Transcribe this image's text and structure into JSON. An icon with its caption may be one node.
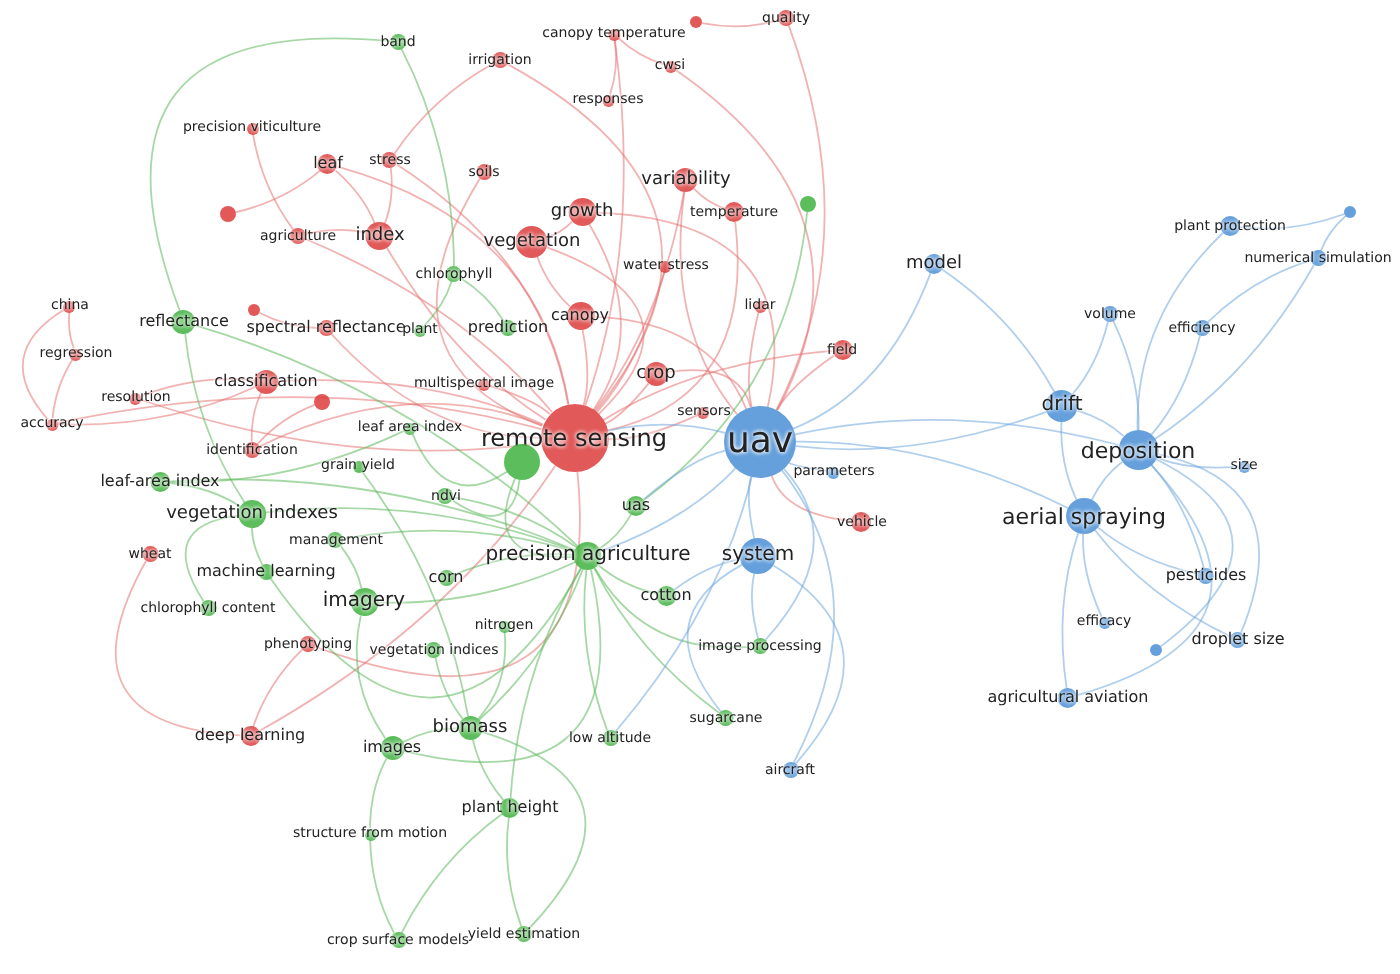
{
  "diagram": {
    "nodes": [
      {
        "text": [
          "canopy temperature"
        ]
      },
      {
        "text": [
          "quality"
        ]
      },
      {
        "text": [],
        "shape": "circle"
      },
      {
        "text": [
          "irrigation"
        ]
      },
      {
        "text": [
          "cwsi"
        ]
      },
      {
        "text": [
          "responses"
        ]
      },
      {
        "text": [
          "precision viticulture"
        ]
      },
      {
        "text": [
          "leaf"
        ]
      },
      {
        "text": [
          "stress"
        ]
      },
      {
        "text": [
          "soils"
        ]
      },
      {
        "text": [
          "variability"
        ]
      },
      {
        "text": [],
        "shape": "circle"
      },
      {
        "text": [
          "agriculture"
        ]
      },
      {
        "text": [
          "index"
        ]
      },
      {
        "text": [
          "growth"
        ]
      },
      {
        "text": [
          "vegetation"
        ]
      },
      {
        "text": [
          "temperature"
        ]
      },
      {
        "text": [
          "water stress"
        ]
      },
      {
        "text": [
          "china"
        ]
      },
      {
        "text": [
          "spectral reflectance"
        ]
      },
      {
        "text": [
          "canopy"
        ]
      },
      {
        "text": [],
        "shape": "circle"
      },
      {
        "text": [
          "regression"
        ]
      },
      {
        "text": [
          "classification"
        ]
      },
      {
        "text": [],
        "shape": "circle"
      },
      {
        "text": [
          "crop"
        ]
      },
      {
        "text": [
          "multispectral image"
        ]
      },
      {
        "text": [
          "resolution"
        ]
      },
      {
        "text": [
          "accuracy"
        ]
      },
      {
        "text": [
          "remote sensing"
        ]
      },
      {
        "text": [
          "field"
        ]
      },
      {
        "text": [
          "identification"
        ]
      },
      {
        "text": [
          "lidar"
        ]
      },
      {
        "text": [
          "wheat"
        ]
      },
      {
        "text": [
          "vehicle"
        ]
      },
      {
        "text": [
          "phenotyping"
        ]
      },
      {
        "text": [
          "deep learning"
        ]
      },
      {
        "text": [
          "sensors"
        ]
      },
      {
        "text": [
          "band"
        ]
      },
      {
        "text": [],
        "shape": "circle"
      },
      {
        "text": [
          "chlorophyll"
        ]
      },
      {
        "text": [
          "plant"
        ]
      },
      {
        "text": [
          "prediction"
        ]
      },
      {
        "text": [
          "reflectance"
        ]
      },
      {
        "text": [
          "leaf area index"
        ]
      },
      {
        "text": [],
        "shape": "circle"
      },
      {
        "text": [
          "grain yield"
        ]
      },
      {
        "text": [
          "leaf-area index"
        ]
      },
      {
        "text": [
          "vegetation indexes"
        ]
      },
      {
        "text": [
          "ndvi"
        ]
      },
      {
        "text": [
          "uas"
        ]
      },
      {
        "text": [
          "management"
        ]
      },
      {
        "text": [
          "precision agriculture"
        ]
      },
      {
        "text": [
          "machine learning"
        ]
      },
      {
        "text": [
          "corn"
        ]
      },
      {
        "text": [
          "imagery"
        ]
      },
      {
        "text": [
          "chlorophyll content"
        ]
      },
      {
        "text": [
          "cotton"
        ]
      },
      {
        "text": [
          "nitrogen"
        ]
      },
      {
        "text": [
          "vegetation indices"
        ]
      },
      {
        "text": [
          "image processing"
        ]
      },
      {
        "text": [
          "biomass"
        ]
      },
      {
        "text": [
          "images"
        ]
      },
      {
        "text": [
          "low altitude"
        ]
      },
      {
        "text": [
          "sugarcane"
        ]
      },
      {
        "text": [
          "plant height"
        ]
      },
      {
        "text": [
          "structure from motion"
        ]
      },
      {
        "text": [
          "crop surface models"
        ]
      },
      {
        "text": [
          "yield estimation"
        ]
      },
      {
        "text": [
          "uav"
        ]
      },
      {
        "text": [
          "model"
        ]
      },
      {
        "text": [
          "plant protection"
        ]
      },
      {
        "text": [],
        "shape": "circle"
      },
      {
        "text": [
          "numerical simulation"
        ]
      },
      {
        "text": [
          "volume"
        ]
      },
      {
        "text": [
          "efficiency"
        ]
      },
      {
        "text": [
          "drift"
        ]
      },
      {
        "text": [
          "deposition"
        ]
      },
      {
        "text": [
          "size"
        ]
      },
      {
        "text": [
          "system"
        ]
      },
      {
        "text": [
          "parameters"
        ]
      },
      {
        "text": [
          "aerial spraying"
        ]
      },
      {
        "text": [
          "pesticides"
        ]
      },
      {
        "text": [
          "efficacy"
        ]
      },
      {
        "text": [],
        "shape": "circle"
      },
      {
        "text": [
          "droplet size"
        ]
      },
      {
        "text": [
          "agricultural aviation"
        ]
      },
      {
        "text": [
          "aircraft"
        ]
      }
    ],
    "edges": [
      {
        "from": 29,
        "to": 0,
        "arrow": "none"
      },
      {
        "from": 29,
        "to": 3,
        "arrow": "none"
      },
      {
        "from": 29,
        "to": 7,
        "arrow": "none"
      },
      {
        "from": 29,
        "to": 8,
        "arrow": "none"
      },
      {
        "from": 29,
        "to": 9,
        "arrow": "none"
      },
      {
        "from": 29,
        "to": 10,
        "arrow": "none"
      },
      {
        "from": 29,
        "to": 12,
        "arrow": "none"
      },
      {
        "from": 29,
        "to": 13,
        "arrow": "none"
      },
      {
        "from": 29,
        "to": 14,
        "arrow": "none"
      },
      {
        "from": 29,
        "to": 15,
        "arrow": "none"
      },
      {
        "from": 29,
        "to": 16,
        "arrow": "none"
      },
      {
        "from": 29,
        "to": 17,
        "arrow": "none"
      },
      {
        "from": 29,
        "to": 19,
        "arrow": "none"
      },
      {
        "from": 29,
        "to": 20,
        "arrow": "none"
      },
      {
        "from": 29,
        "to": 23,
        "arrow": "none"
      },
      {
        "from": 29,
        "to": 25,
        "arrow": "none"
      },
      {
        "from": 29,
        "to": 26,
        "arrow": "none"
      },
      {
        "from": 29,
        "to": 27,
        "arrow": "none"
      },
      {
        "from": 29,
        "to": 28,
        "arrow": "none"
      },
      {
        "from": 29,
        "to": 30,
        "arrow": "none"
      },
      {
        "from": 29,
        "to": 31,
        "arrow": "none"
      },
      {
        "from": 23,
        "to": 31,
        "arrow": "none"
      },
      {
        "from": 29,
        "to": 35,
        "arrow": "none"
      },
      {
        "from": 29,
        "to": 36,
        "arrow": "none"
      },
      {
        "from": 29,
        "to": 37,
        "arrow": "none"
      },
      {
        "from": 10,
        "to": 69,
        "arrow": "none"
      },
      {
        "from": 14,
        "to": 69,
        "arrow": "none"
      },
      {
        "from": 20,
        "to": 69,
        "arrow": "none"
      },
      {
        "from": 25,
        "to": 69,
        "arrow": "none"
      },
      {
        "from": 30,
        "to": 69,
        "arrow": "none"
      },
      {
        "from": 34,
        "to": 69,
        "arrow": "none"
      },
      {
        "from": 1,
        "to": 69,
        "arrow": "none"
      },
      {
        "from": 4,
        "to": 69,
        "arrow": "none"
      },
      {
        "from": 32,
        "to": 69,
        "arrow": "none"
      },
      {
        "from": 13,
        "to": 7,
        "arrow": "none"
      },
      {
        "from": 13,
        "to": 8,
        "arrow": "none"
      },
      {
        "from": 13,
        "to": 12,
        "arrow": "none"
      },
      {
        "from": 15,
        "to": 14,
        "arrow": "none"
      },
      {
        "from": 15,
        "to": 20,
        "arrow": "none"
      },
      {
        "from": 10,
        "to": 16,
        "arrow": "none"
      },
      {
        "from": 0,
        "to": 4,
        "arrow": "none"
      },
      {
        "from": 3,
        "to": 8,
        "arrow": "none"
      },
      {
        "from": 5,
        "to": 0,
        "arrow": "none"
      },
      {
        "from": 2,
        "to": 1,
        "arrow": "none"
      },
      {
        "from": 6,
        "to": 12,
        "arrow": "none"
      },
      {
        "from": 11,
        "to": 7,
        "arrow": "none"
      },
      {
        "from": 18,
        "to": 22,
        "arrow": "none"
      },
      {
        "from": 18,
        "to": 28,
        "arrow": "none"
      },
      {
        "from": 22,
        "to": 28,
        "arrow": "none"
      },
      {
        "from": 23,
        "to": 27,
        "arrow": "none"
      },
      {
        "from": 23,
        "to": 28,
        "arrow": "none"
      },
      {
        "from": 21,
        "to": 19,
        "arrow": "none"
      },
      {
        "from": 24,
        "to": 31,
        "arrow": "none"
      },
      {
        "from": 36,
        "to": 33,
        "arrow": "none"
      },
      {
        "from": 35,
        "to": 36,
        "arrow": "none"
      },
      {
        "from": 38,
        "to": 43,
        "arrow": "none",
        "color": "#5cb85c"
      },
      {
        "from": 38,
        "to": 40,
        "arrow": "none",
        "color": "#5cb85c"
      },
      {
        "from": 39,
        "to": 50,
        "arrow": "none",
        "color": "#5cb85c"
      },
      {
        "from": 45,
        "to": 52,
        "arrow": "none",
        "color": "#5cb85c"
      },
      {
        "from": 45,
        "to": 49,
        "arrow": "none",
        "color": "#5cb85c"
      },
      {
        "from": 45,
        "to": 44,
        "arrow": "none",
        "color": "#5cb85c"
      },
      {
        "from": 52,
        "to": 43,
        "arrow": "none",
        "color": "#5cb85c"
      },
      {
        "from": 52,
        "to": 47,
        "arrow": "none",
        "color": "#5cb85c"
      },
      {
        "from": 52,
        "to": 48,
        "arrow": "none",
        "color": "#5cb85c"
      },
      {
        "from": 52,
        "to": 49,
        "arrow": "none",
        "color": "#5cb85c"
      },
      {
        "from": 52,
        "to": 50,
        "arrow": "none",
        "color": "#5cb85c"
      },
      {
        "from": 52,
        "to": 51,
        "arrow": "none",
        "color": "#5cb85c"
      },
      {
        "from": 52,
        "to": 53,
        "arrow": "none",
        "color": "#5cb85c"
      },
      {
        "from": 52,
        "to": 54,
        "arrow": "none",
        "color": "#5cb85c"
      },
      {
        "from": 52,
        "to": 55,
        "arrow": "none",
        "color": "#5cb85c"
      },
      {
        "from": 52,
        "to": 57,
        "arrow": "none",
        "color": "#5cb85c"
      },
      {
        "from": 52,
        "to": 61,
        "arrow": "none",
        "color": "#5cb85c"
      },
      {
        "from": 52,
        "to": 62,
        "arrow": "none",
        "color": "#5cb85c"
      },
      {
        "from": 52,
        "to": 65,
        "arrow": "none",
        "color": "#5cb85c"
      },
      {
        "from": 52,
        "to": 63,
        "arrow": "none",
        "color": "#5cb85c"
      },
      {
        "from": 52,
        "to": 64,
        "arrow": "none",
        "color": "#5cb85c"
      },
      {
        "from": 52,
        "to": 60,
        "arrow": "none",
        "color": "#5cb85c"
      },
      {
        "from": 48,
        "to": 43,
        "arrow": "none",
        "color": "#5cb85c"
      },
      {
        "from": 48,
        "to": 47,
        "arrow": "none",
        "color": "#5cb85c"
      },
      {
        "from": 48,
        "to": 56,
        "arrow": "none",
        "color": "#5cb85c"
      },
      {
        "from": 48,
        "to": 53,
        "arrow": "none",
        "color": "#5cb85c"
      },
      {
        "from": 55,
        "to": 51,
        "arrow": "none",
        "color": "#5cb85c"
      },
      {
        "from": 55,
        "to": 62,
        "arrow": "none",
        "color": "#5cb85c"
      },
      {
        "from": 61,
        "to": 65,
        "arrow": "none",
        "color": "#5cb85c"
      },
      {
        "from": 61,
        "to": 62,
        "arrow": "none",
        "color": "#5cb85c"
      },
      {
        "from": 61,
        "to": 58,
        "arrow": "none",
        "color": "#5cb85c"
      },
      {
        "from": 62,
        "to": 66,
        "arrow": "none",
        "color": "#5cb85c"
      },
      {
        "from": 65,
        "to": 67,
        "arrow": "none",
        "color": "#5cb85c"
      },
      {
        "from": 65,
        "to": 68,
        "arrow": "none",
        "color": "#5cb85c"
      },
      {
        "from": 66,
        "to": 67,
        "arrow": "none",
        "color": "#5cb85c"
      },
      {
        "from": 61,
        "to": 68,
        "arrow": "none",
        "color": "#5cb85c"
      },
      {
        "from": 59,
        "to": 61,
        "arrow": "none",
        "color": "#5cb85c"
      },
      {
        "from": 42,
        "to": 40,
        "arrow": "none",
        "color": "#5cb85c"
      },
      {
        "from": 41,
        "to": 40,
        "arrow": "none",
        "color": "#5cb85c"
      },
      {
        "from": 46,
        "to": 61,
        "arrow": "none",
        "color": "#5cb85c"
      },
      {
        "from": 44,
        "to": 47,
        "arrow": "none",
        "color": "#5cb85c"
      },
      {
        "from": 69,
        "to": 70,
        "arrow": "none",
        "color": "#6fa8dc"
      },
      {
        "from": 69,
        "to": 76,
        "arrow": "none",
        "color": "#6fa8dc"
      },
      {
        "from": 69,
        "to": 77,
        "arrow": "none",
        "color": "#6fa8dc"
      },
      {
        "from": 69,
        "to": 79,
        "arrow": "none",
        "color": "#6fa8dc"
      },
      {
        "from": 69,
        "to": 80,
        "arrow": "none",
        "color": "#6fa8dc"
      },
      {
        "from": 69,
        "to": 81,
        "arrow": "none",
        "color": "#6fa8dc"
      },
      {
        "from": 69,
        "to": 87,
        "arrow": "none",
        "color": "#6fa8dc"
      },
      {
        "from": 69,
        "to": 52,
        "arrow": "none",
        "color": "#6fa8dc"
      },
      {
        "from": 69,
        "to": 29,
        "arrow": "none",
        "color": "#6fa8dc"
      },
      {
        "from": 69,
        "to": 50,
        "arrow": "none",
        "color": "#6fa8dc"
      },
      {
        "from": 69,
        "to": 60,
        "arrow": "none",
        "color": "#6fa8dc"
      },
      {
        "from": 69,
        "to": 63,
        "arrow": "none",
        "color": "#6fa8dc"
      },
      {
        "from": 77,
        "to": 76,
        "arrow": "none",
        "color": "#6fa8dc"
      },
      {
        "from": 77,
        "to": 81,
        "arrow": "none",
        "color": "#6fa8dc"
      },
      {
        "from": 77,
        "to": 78,
        "arrow": "none",
        "color": "#6fa8dc"
      },
      {
        "from": 77,
        "to": 82,
        "arrow": "none",
        "color": "#6fa8dc"
      },
      {
        "from": 77,
        "to": 85,
        "arrow": "none",
        "color": "#6fa8dc"
      },
      {
        "from": 77,
        "to": 75,
        "arrow": "none",
        "color": "#6fa8dc"
      },
      {
        "from": 77,
        "to": 74,
        "arrow": "none",
        "color": "#6fa8dc"
      },
      {
        "from": 77,
        "to": 71,
        "arrow": "none",
        "color": "#6fa8dc"
      },
      {
        "from": 77,
        "to": 73,
        "arrow": "none",
        "color": "#6fa8dc"
      },
      {
        "from": 77,
        "to": 86,
        "arrow": "none",
        "color": "#6fa8dc"
      },
      {
        "from": 77,
        "to": 84,
        "arrow": "none",
        "color": "#6fa8dc"
      },
      {
        "from": 81,
        "to": 76,
        "arrow": "none",
        "color": "#6fa8dc"
      },
      {
        "from": 81,
        "to": 82,
        "arrow": "none",
        "color": "#6fa8dc"
      },
      {
        "from": 81,
        "to": 83,
        "arrow": "none",
        "color": "#6fa8dc"
      },
      {
        "from": 81,
        "to": 86,
        "arrow": "none",
        "color": "#6fa8dc"
      },
      {
        "from": 81,
        "to": 85,
        "arrow": "none",
        "color": "#6fa8dc"
      },
      {
        "from": 76,
        "to": 74,
        "arrow": "none",
        "color": "#6fa8dc"
      },
      {
        "from": 76,
        "to": 70,
        "arrow": "none",
        "color": "#6fa8dc"
      },
      {
        "from": 71,
        "to": 72,
        "arrow": "none",
        "color": "#6fa8dc"
      },
      {
        "from": 72,
        "to": 73,
        "arrow": "none",
        "color": "#6fa8dc"
      },
      {
        "from": 73,
        "to": 75,
        "arrow": "none",
        "color": "#6fa8dc"
      },
      {
        "from": 79,
        "to": 87,
        "arrow": "none",
        "color": "#6fa8dc"
      },
      {
        "from": 79,
        "to": 60,
        "arrow": "none",
        "color": "#6fa8dc"
      },
      {
        "from": 79,
        "to": 64,
        "arrow": "none",
        "color": "#6fa8dc"
      },
      {
        "from": 79,
        "to": 57,
        "arrow": "none",
        "color": "#6fa8dc"
      }
    ]
  }
}
